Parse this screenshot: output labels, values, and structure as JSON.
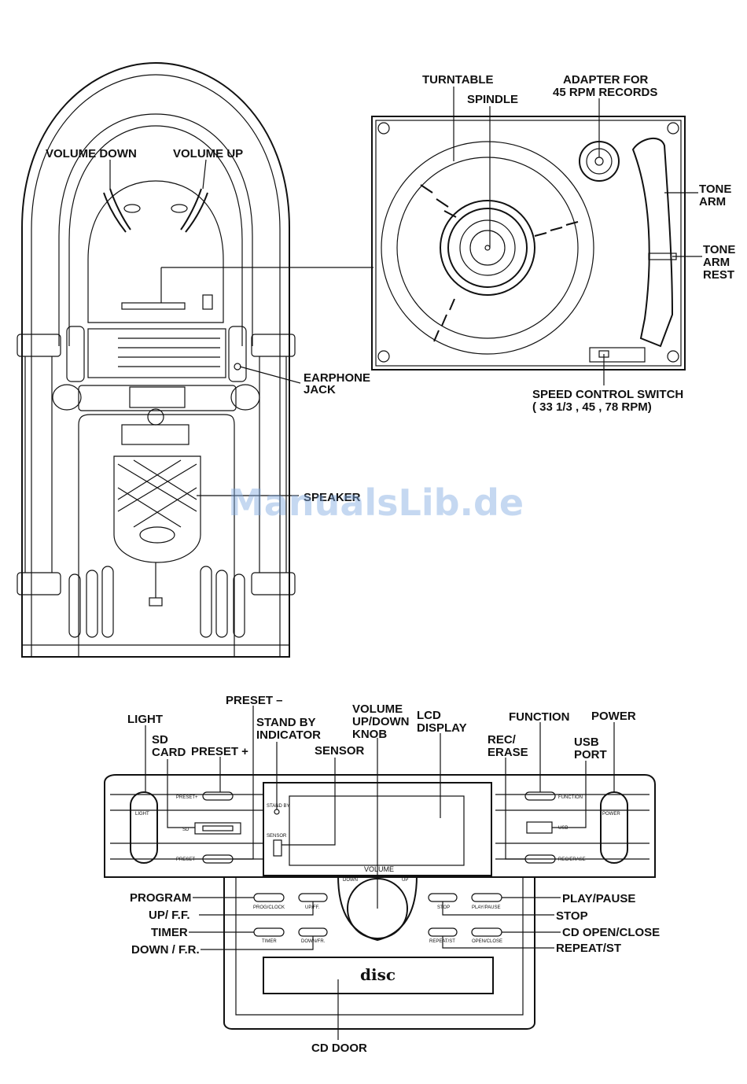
{
  "watermark": "ManualsLib.de",
  "jukebox": {
    "volume_down": "VOLUME DOWN",
    "volume_up": "VOLUME UP",
    "earphone_jack_1": "EARPHONE",
    "earphone_jack_2": "JACK",
    "speaker": "SPEAKER"
  },
  "turntable": {
    "turntable": "TURNTABLE",
    "spindle": "SPINDLE",
    "adapter_1": "ADAPTER FOR",
    "adapter_2": "45 RPM RECORDS",
    "tone_arm_1": "TONE",
    "tone_arm_2": "ARM",
    "tone_arm_rest_1": "TONE",
    "tone_arm_rest_2": "ARM",
    "tone_arm_rest_3": "REST",
    "speed_1": "SPEED CONTROL SWITCH",
    "speed_2": "( 33 1/3 , 45 , 78 RPM)"
  },
  "panel": {
    "light": "LIGHT",
    "sd_card_1": "SD",
    "sd_card_2": "CARD",
    "preset_plus": "PRESET +",
    "preset_minus": "PRESET –",
    "standby_1": "STAND BY",
    "standby_2": "INDICATOR",
    "sensor": "SENSOR",
    "volume_knob_1": "VOLUME",
    "volume_knob_2": "UP/DOWN",
    "volume_knob_3": "KNOB",
    "lcd_1": "LCD",
    "lcd_2": "DISPLAY",
    "function": "FUNCTION",
    "rec_erase_1": "REC/",
    "rec_erase_2": "ERASE",
    "usb_1": "USB",
    "usb_2": "PORT",
    "power": "POWER",
    "program": "PROGRAM",
    "up_ff": "UP/ F.F.",
    "timer": "TIMER",
    "down_fr": "DOWN / F.R.",
    "play_pause": "PLAY/PAUSE",
    "stop": "STOP",
    "cd_open_close": "CD OPEN/CLOSE",
    "repeat_st": "REPEAT/ST",
    "cd_door": "CD DOOR"
  },
  "panel_print": {
    "light": "LIGHT",
    "power": "POWER",
    "preset_plus": "PRESET+",
    "preset_minus": "PRESET-",
    "sd": "SD",
    "standby": "STAND BY",
    "sensor": "SENSOR",
    "function": "FUNCTION",
    "usb": "USB",
    "rec_erase": "REC/ERASE",
    "volume": "VOLUME",
    "down": "DOWN",
    "up": "UP",
    "prog_clock": "PROG/CLOCK",
    "up_ff": "UP/FF.",
    "timer": "TIMER",
    "down_fr": "DOWN/FR.",
    "stop": "STOP",
    "play_pause": "PLAY/PAUSE",
    "repeat_st": "REPEAT/ST",
    "open_close": "OPEN/CLOSE",
    "disc_logo": "disc"
  }
}
